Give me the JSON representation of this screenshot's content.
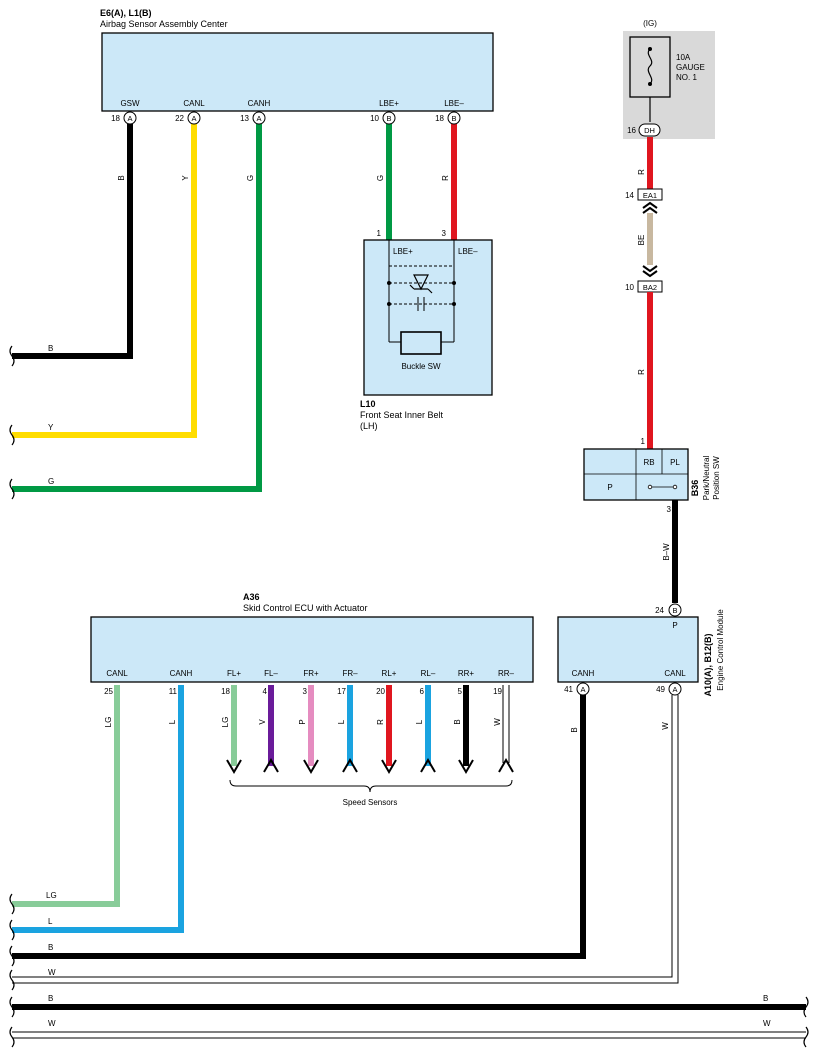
{
  "airbag": {
    "id": "E6(A), L1(B)",
    "name": "Airbag Sensor Assembly Center",
    "pins": [
      {
        "label": "GSW",
        "num": "18",
        "conn": "A"
      },
      {
        "label": "CANL",
        "num": "22",
        "conn": "A"
      },
      {
        "label": "CANH",
        "num": "13",
        "conn": "A"
      },
      {
        "label": "LBE+",
        "num": "10",
        "conn": "B"
      },
      {
        "label": "LBE–",
        "num": "18",
        "conn": "B"
      }
    ]
  },
  "wires": {
    "gsw": "B",
    "canl": "Y",
    "canh": "G",
    "lbe_plus": "G",
    "lbe_minus": "R",
    "left_b": "B",
    "left_y": "Y",
    "left_g": "G",
    "ig_r1": "R",
    "ig_be": "BE",
    "ig_r2": "R",
    "ig_bw": "B–W",
    "ecu_canl": "LG",
    "ecu_canh": "L",
    "ecm_canh": "B",
    "ecm_canl": "W",
    "bottom_lg": "LG",
    "bottom_l": "L",
    "bottom_b": "B",
    "bottom_w": "W",
    "bus_b_left": "B",
    "bus_b_right": "B",
    "bus_w_left": "W",
    "bus_w_right": "W"
  },
  "belt": {
    "id": "L10",
    "name": "Front Seat Inner Belt",
    "side": "(LH)",
    "pin_plus_num": "1",
    "pin_minus_num": "3",
    "pin_plus_label": "LBE+",
    "pin_minus_label": "LBE–",
    "switch_label": "Buckle SW"
  },
  "fuse": {
    "ig": "(IG)",
    "rating": "10A",
    "line2": "GAUGE",
    "line3": "NO. 1",
    "pin_num": "16",
    "conn": "DH"
  },
  "junctions": {
    "ea1_num": "14",
    "ea1": "EA1",
    "ba2_num": "10",
    "ba2": "BA2"
  },
  "park": {
    "id": "B36",
    "name_line1": "Park/Neutral",
    "name_line2": "Position SW",
    "rb": "RB",
    "pl": "PL",
    "p": "P",
    "pin_top": "1",
    "pin_bottom": "3"
  },
  "skid": {
    "id": "A36",
    "name": "Skid Control ECU with Actuator",
    "pins": [
      {
        "label": "CANL",
        "num": "25",
        "wire": "LG",
        "color": "#88cc99"
      },
      {
        "label": "CANH",
        "num": "11",
        "wire": "L",
        "color": "#1aa3e0"
      },
      {
        "label": "FL+",
        "num": "18",
        "wire": "LG",
        "color": "#88cc99"
      },
      {
        "label": "FL–",
        "num": "4",
        "wire": "V",
        "color": "#6a1b9a"
      },
      {
        "label": "FR+",
        "num": "3",
        "wire": "P",
        "color": "#e58cc0"
      },
      {
        "label": "FR–",
        "num": "17",
        "wire": "L",
        "color": "#1aa3e0"
      },
      {
        "label": "RL+",
        "num": "20",
        "wire": "R",
        "color": "#e0161f"
      },
      {
        "label": "RL–",
        "num": "6",
        "wire": "L",
        "color": "#1aa3e0"
      },
      {
        "label": "RR+",
        "num": "5",
        "wire": "B",
        "color": "#000000"
      },
      {
        "label": "RR–",
        "num": "19",
        "wire": "W",
        "color": "#ffffff"
      }
    ],
    "speed_sensors": "Speed Sensors"
  },
  "ecm": {
    "id": "A10(A), B12(B)",
    "name": "Engine Control Module",
    "p_num": "24",
    "p_conn": "B",
    "p_label": "P",
    "canh_label": "CANH",
    "canh_num": "41",
    "canh_conn": "A",
    "canl_label": "CANL",
    "canl_num": "49",
    "canl_conn": "A"
  },
  "colors": {
    "box_fill": "#cce8f8",
    "black": "#000000",
    "yellow": "#ffdd00",
    "green": "#009944",
    "red": "#e0161f",
    "beige": "#c8b8a0",
    "light_green": "#88cc99",
    "blue": "#1aa3e0",
    "fuse_bg": "#d9d9d9"
  }
}
